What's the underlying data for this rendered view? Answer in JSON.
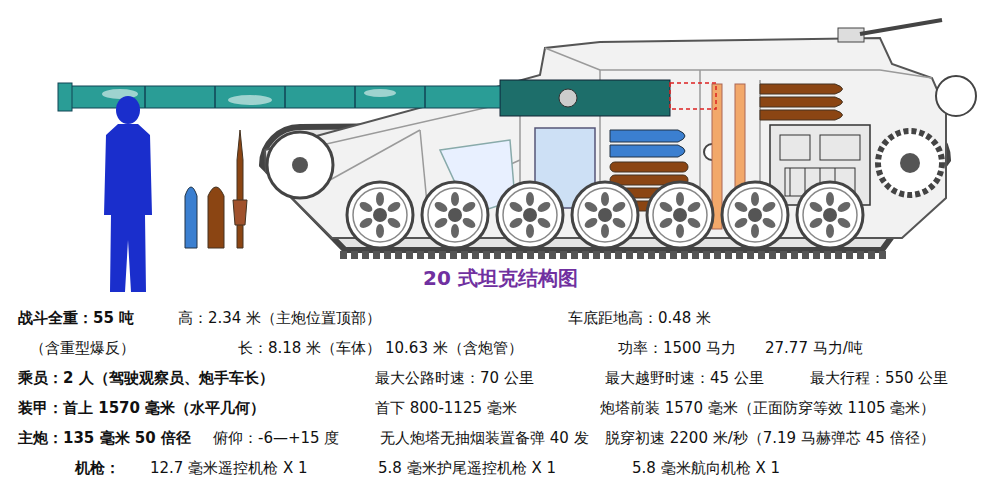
{
  "diagram": {
    "title": "20 式坦克结构图",
    "labels": [
      "战斗全重：55 吨",
      "高：2.34 米（主炮位置顶部）",
      "车底距地高：0.48 米",
      "（含重型爆反）",
      "长：8.18 米（车体）",
      "10.63 米（含炮管）",
      "功率：1500 马力",
      "27.77 马力/吨",
      "乘员：2 人（驾驶观察员、炮手车长）",
      "最大公路时速：70 公里",
      "最大越野时速：45 公里",
      "最大行程：550 公里",
      "装甲：首上 1570 毫米（水平几何）",
      "首下 800-1125 毫米",
      "炮塔前装 1570 毫米（正面防穿等效 1105 毫米）",
      "主炮：135 毫米 50 倍径",
      "俯仰：-6—+15 度",
      "无人炮塔无抽烟装置备弹 40 发",
      "脱穿初速 2200 米/秒（7.19 马赫弹芯 45 倍径）",
      "机枪：",
      "12.7 毫米遥控机枪 X 1",
      "5.8 毫米护尾遥控机枪 X 1",
      "5.8 毫米航向机枪 X 1"
    ]
  }
}
